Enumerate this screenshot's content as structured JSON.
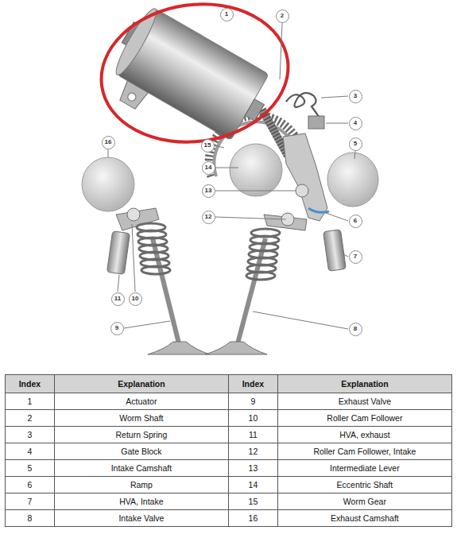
{
  "diagram": {
    "nodes": [
      {
        "text": [
          "1"
        ]
      },
      {
        "text": [
          "2"
        ]
      },
      {
        "text": [
          "3"
        ]
      },
      {
        "text": [
          "4"
        ]
      },
      {
        "text": [
          "5"
        ]
      },
      {
        "text": [
          "6"
        ]
      },
      {
        "text": [
          "7"
        ]
      },
      {
        "text": [
          "8"
        ]
      },
      {
        "text": [
          "9"
        ]
      },
      {
        "text": [
          "10"
        ]
      },
      {
        "text": [
          "11"
        ]
      },
      {
        "text": [
          "12"
        ]
      },
      {
        "text": [
          "13"
        ]
      },
      {
        "text": [
          "14"
        ]
      },
      {
        "text": [
          "15"
        ]
      },
      {
        "text": [
          "16"
        ]
      }
    ],
    "labels": [
      "Index",
      "Explanation",
      "Index",
      "Explanation",
      "1",
      "Actuator",
      "9",
      "Exhaust Valve",
      "2",
      "Worm Shaft",
      "10",
      "Roller Cam Follower",
      "3",
      "Return Spring",
      "11",
      "HVA, exhaust",
      "4",
      "Gate Block",
      "12",
      "Roller Cam Follower, Intake",
      "5",
      "Intake Camshaft",
      "13",
      "Intermediate Lever",
      "6",
      "Ramp",
      "14",
      "Eccentric Shaft",
      "7",
      "HVA, Intake",
      "15",
      "Worm Gear",
      "8",
      "Intake Valve",
      "16",
      "Exhaust Camshaft"
    ]
  }
}
